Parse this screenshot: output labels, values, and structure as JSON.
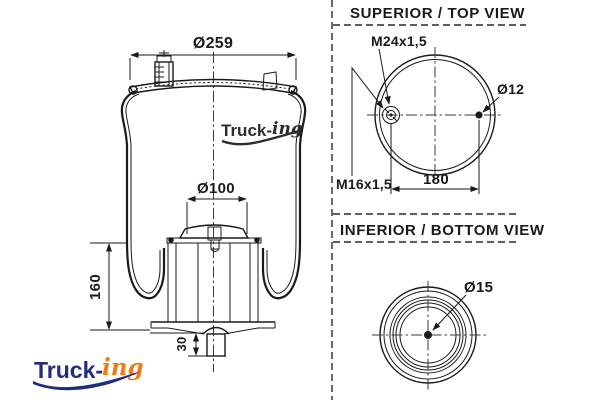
{
  "colors": {
    "line": "#1a1a1a",
    "logo_navy": "#212e7d",
    "logo_orange": "#ee7c15",
    "watermark_gray": "#2d2d2d"
  },
  "side_view": {
    "dim_plate_diameter": "Ø259",
    "dim_piston_diameter": "Ø100",
    "dim_height": "160",
    "dim_stud_length": "30",
    "watermark_logo": {
      "part1": "Truck-",
      "part2": "ing"
    }
  },
  "top_view": {
    "title": "SUPERIOR / TOP VIEW",
    "thread_large_label": "M24x1,5",
    "thread_small_label": "M16x1,5",
    "hole_diameter_label": "Ø12",
    "dim_hole_spacing": "180"
  },
  "bottom_view": {
    "title": "INFERIOR / BOTTOM VIEW",
    "hole_diameter_label": "Ø15"
  },
  "brand_logo": {
    "part1": "Truck-",
    "part2": "ing"
  }
}
